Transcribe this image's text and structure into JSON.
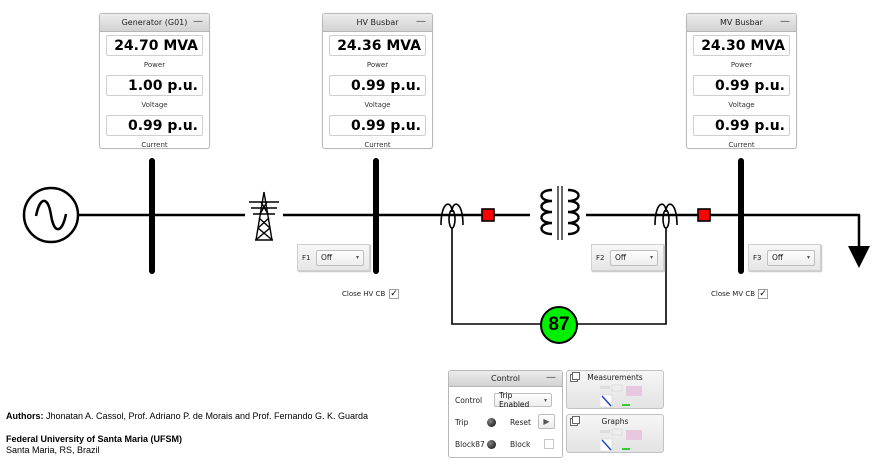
{
  "panels": [
    {
      "title": "Generator (G01)",
      "power": "24.70 MVA",
      "power_label": "Power",
      "voltage": "1.00 p.u.",
      "voltage_label": "Voltage",
      "current": "0.99 p.u.",
      "current_label": "Current",
      "minimize": "—"
    },
    {
      "title": "HV Busbar",
      "power": "24.36 MVA",
      "power_label": "Power",
      "voltage": "0.99 p.u.",
      "voltage_label": "Voltage",
      "current": "0.99 p.u.",
      "current_label": "Current",
      "minimize": "—"
    },
    {
      "title": "MV Busbar",
      "power": "24.30 MVA",
      "power_label": "Power",
      "voltage": "0.99 p.u.",
      "voltage_label": "Voltage",
      "current": "0.99 p.u.",
      "current_label": "Current",
      "minimize": "—"
    }
  ],
  "faults": [
    {
      "label": "F1",
      "value": "Off",
      "arrow": "▾"
    },
    {
      "label": "F2",
      "value": "Off",
      "arrow": "▾"
    },
    {
      "label": "F3",
      "value": "Off",
      "arrow": "▾"
    }
  ],
  "breakers": {
    "hv": {
      "label": "Close HV CB",
      "checked": true,
      "mark": "✓"
    },
    "mv": {
      "label": "Close MV CB",
      "checked": true,
      "mark": "✓"
    }
  },
  "relay": {
    "label": "87",
    "color": "#00ee00"
  },
  "control": {
    "title": "Control",
    "minimize": "—",
    "control_label": "Control",
    "control_value": "Trip Enabled",
    "arrow": "▾",
    "trip_label": "Trip",
    "reset_label": "Reset",
    "reset_icon": "▶",
    "block87_label": "Block87",
    "block_label": "Block",
    "block_checked": false
  },
  "launchers": [
    {
      "title": "Measurements"
    },
    {
      "title": "Graphs"
    }
  ],
  "footer": {
    "authors_label": "Authors:",
    "authors": " Jhonatan A. Cassol, Prof. Adriano P. de Morais and Prof. Fernando G. K. Guarda",
    "university": "Federal University of Santa Maria (UFSM)",
    "location": "Santa Maria, RS, Brazil"
  },
  "colors": {
    "breaker": "#ff0000",
    "relay": "#00ee00",
    "line": "#000000"
  }
}
